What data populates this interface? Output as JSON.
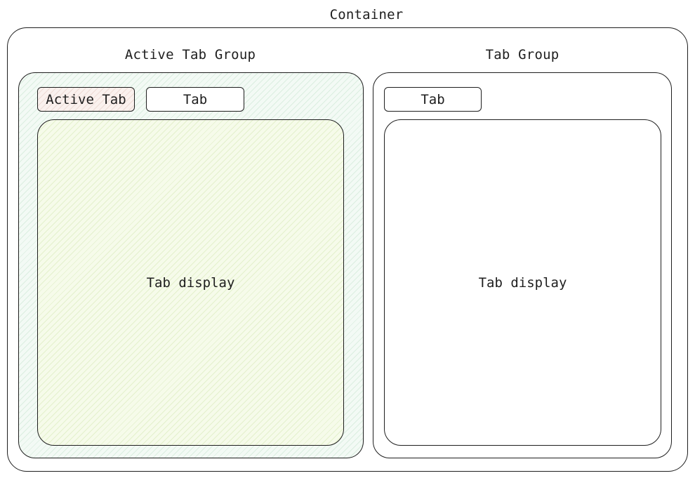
{
  "container": {
    "label": "Container"
  },
  "active_group": {
    "label": "Active Tab Group",
    "fill": "#f3faf5",
    "tabs": [
      {
        "label": "Active Tab",
        "active": true,
        "fill": "#faf1ee"
      },
      {
        "label": "Tab",
        "active": false
      }
    ],
    "display": {
      "label": "Tab display",
      "fill": "#f6fbea"
    }
  },
  "group": {
    "label": "Tab Group",
    "tabs": [
      {
        "label": "Tab",
        "active": false
      }
    ],
    "display": {
      "label": "Tab display"
    }
  },
  "colors": {
    "stroke": "#1e1e1e",
    "background": "#ffffff"
  }
}
